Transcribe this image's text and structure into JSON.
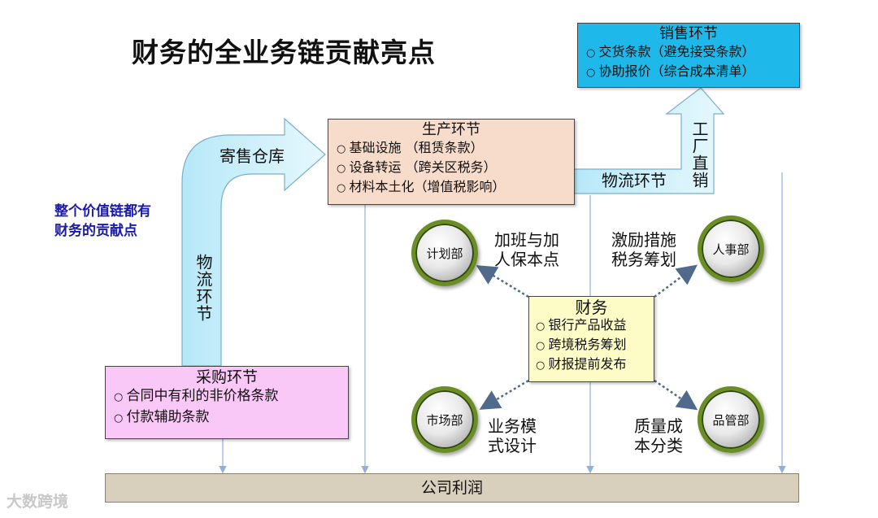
{
  "title": "财务的全业务链贡献亮点",
  "note": [
    "整个价值链都有",
    "财务的贡献点"
  ],
  "sales": {
    "head": "销售环节",
    "items": [
      "交货条款（避免接受条款）",
      "协助报价（综合成本清单）"
    ]
  },
  "production": {
    "head": "生产环节",
    "items": [
      "基础设施 （租赁条款）",
      "设备转运 （跨关区税务）",
      "材料本土化（增值税影响）"
    ]
  },
  "purchase": {
    "head": "采购环节",
    "items": [
      "合同中有利的非价格条款",
      "付款辅助条款"
    ]
  },
  "finance": {
    "head": "财务",
    "items": [
      "银行产品收益",
      "跨境税务筹划",
      "财报提前发布"
    ]
  },
  "arrows": {
    "consign": "寄售仓库",
    "logistics_v": "物流环节",
    "logistics_h": "物流环节",
    "factory_direct": "工厂直销"
  },
  "departments": {
    "planning": "计划部",
    "hr": "人事部",
    "market": "市场部",
    "quality": "品管部"
  },
  "impacts": {
    "planning": [
      "加班与加",
      "人保本点"
    ],
    "hr": [
      "激励措施",
      "税务筹划"
    ],
    "market": [
      "业务模",
      "式设计"
    ],
    "quality": [
      "质量成",
      "本分类"
    ]
  },
  "footer": "公司利润",
  "watermark": "大数跨境",
  "colors": {
    "sales_bg": "#1fb8ea",
    "production_bg": "#f8dccb",
    "purchase_bg": "#f9c8f6",
    "finance_bg": "#fdfcc6",
    "arrow_fill": "#cdf0fa",
    "ring": "#6a8e23",
    "note": "#1a1aa8"
  }
}
